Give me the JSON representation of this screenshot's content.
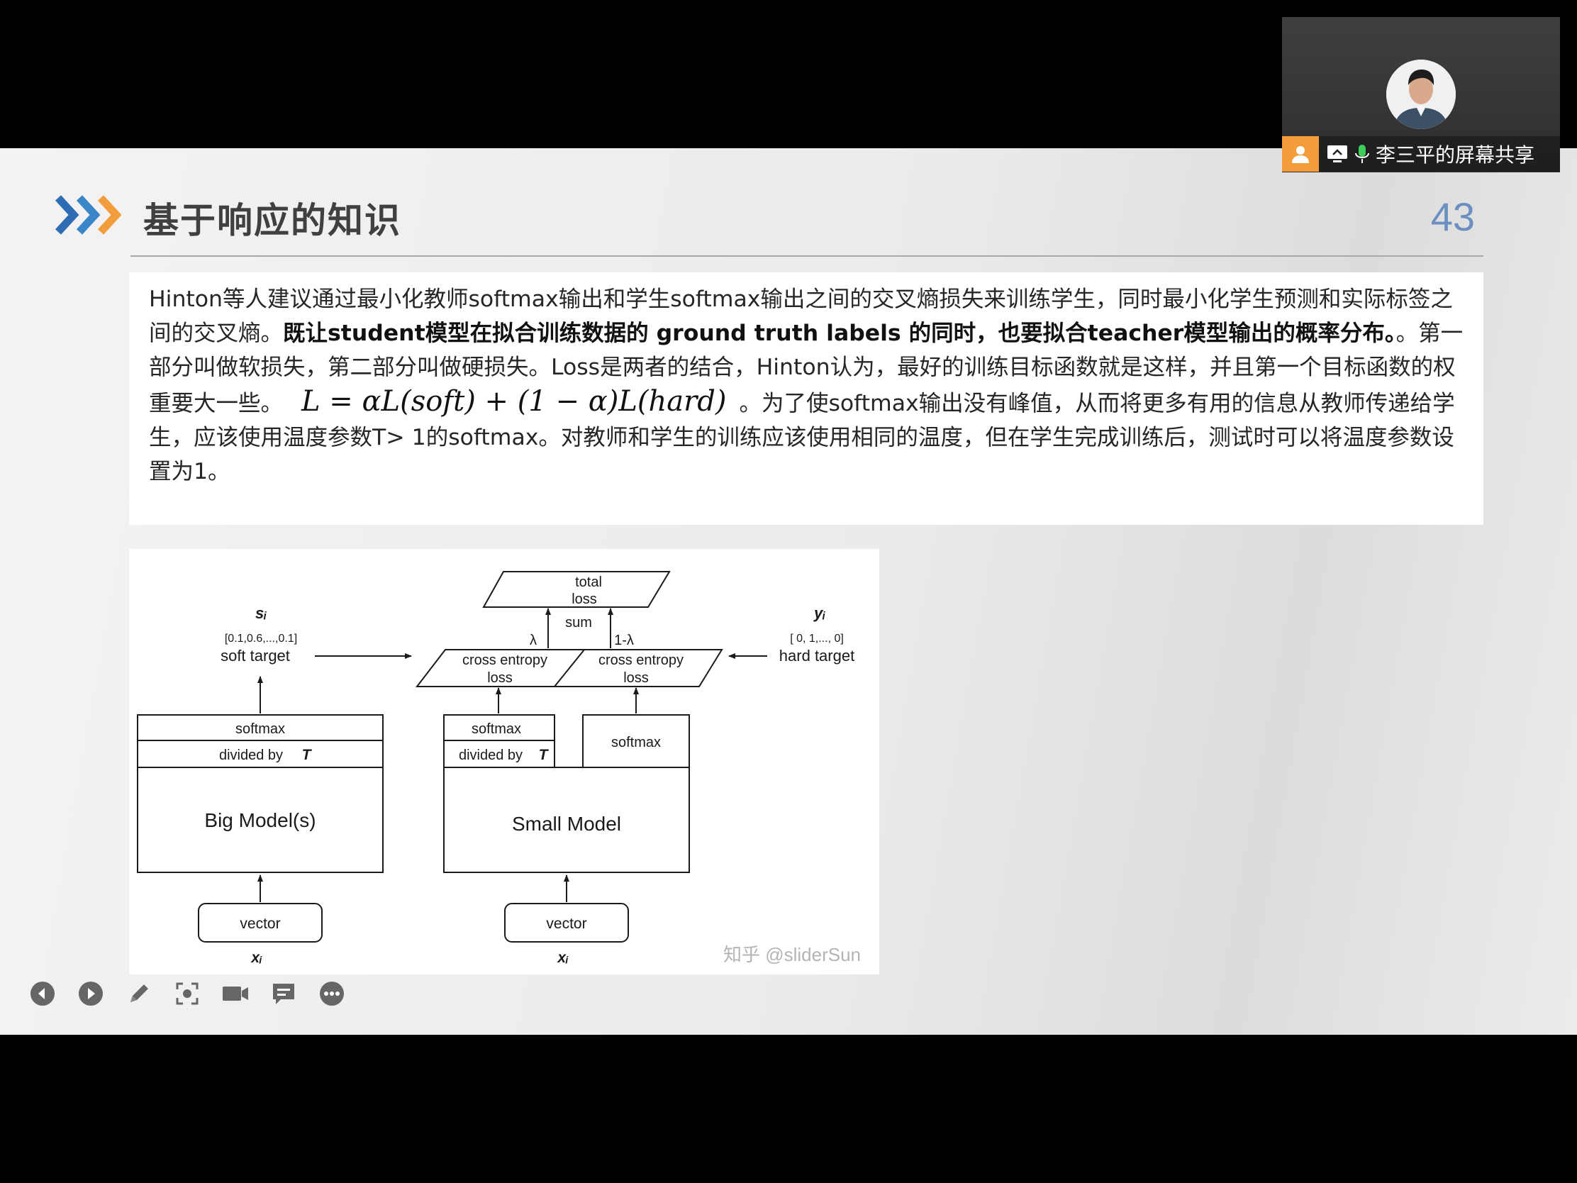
{
  "slide": {
    "title": "基于响应的知识",
    "page_number": "43",
    "paragraph": {
      "part1": "Hinton等人建议通过最小化教师softmax输出和学生softmax输出之间的交叉熵损失来训练学生，同时最小化学生预测和实际标签之间的交叉熵。",
      "bold": "既让student模型在拟合训练数据的 ground truth labels 的同时，也要拟合teacher模型输出的概率分布。",
      "part2": "。第一部分叫做软损失，第二部分叫做硬损失。Loss是两者的结合，Hinton认为，最好的训练目标函数就是这样，并且第一个目标函数的权重要大一些。",
      "formula": "L = αL(soft) + (1 − α)L(hard)",
      "part3": "。为了使softmax输出没有峰值，从而将更多有用的信息从教师传递给学生，应该使用温度参数T> 1的softmax。对教师和学生的训练应该使用相同的温度，但在学生完成训练后，测试时可以将温度参数设置为1。"
    }
  },
  "diagram": {
    "s_label": "sᵢ",
    "s_vector": "[0.1,0.6,...,0.1]",
    "soft_target": "soft target",
    "y_label": "yᵢ",
    "y_vector": "[ 0,  1,...,  0]",
    "hard_target": "hard target",
    "total_loss_1": "total",
    "total_loss_2": "loss",
    "sum": "sum",
    "lambda": "λ",
    "one_minus_lambda": "1-λ",
    "ce_1": "cross entropy",
    "ce_2": "loss",
    "softmax": "softmax",
    "divided_by": "divided by ",
    "T": "T",
    "big_model": "Big Model(s)",
    "small_model": "Small Model",
    "vector": "vector",
    "x_label": "xᵢ",
    "watermark": "知乎 @sliderSun"
  },
  "toolbar": {
    "icons": [
      "prev-icon",
      "next-icon",
      "pen-icon",
      "screenshot-icon",
      "camera-icon",
      "comment-icon",
      "more-icon"
    ]
  },
  "video": {
    "share_label": "李三平的屏幕共享"
  },
  "colors": {
    "accent_blue": "#2e6db4",
    "accent_orange": "#f39c3c",
    "page_number": "#6a8fc0"
  }
}
